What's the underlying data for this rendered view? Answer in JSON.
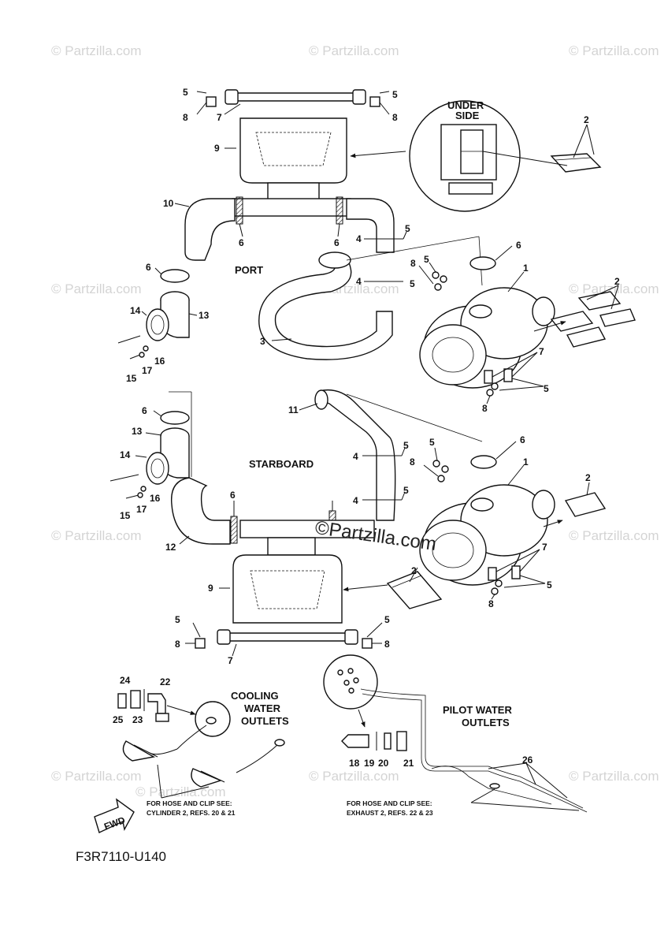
{
  "watermarks": [
    "© Partzilla.com",
    "© Partzilla.com",
    "© Partzilla.com",
    "© Partzilla.com",
    "© Partzilla.com",
    "© Partzilla.com",
    "© Partzilla.com",
    "© Partzilla.com",
    "© Partzilla.com",
    "© Partzilla.com",
    "© Partzilla.com",
    "© Partzilla.com"
  ],
  "center_watermark": "©Partzilla.com",
  "labels": {
    "under": "UNDER",
    "side": "SIDE",
    "port": "PORT",
    "starboard": "STARBOARD",
    "cooling_1": "COOLING",
    "cooling_2": "WATER",
    "cooling_3": "OUTLETS",
    "pilot_1": "PILOT WATER",
    "pilot_2": "OUTLETS",
    "note_left_1": "FOR HOSE AND CLIP SEE:",
    "note_left_2": "CYLINDER 2, REFS. 20 & 21",
    "note_right_1": "FOR HOSE AND CLIP SEE:",
    "note_right_2": "EXHAUST 2, REFS. 22 & 23",
    "fwd": "FWD",
    "code": "F3R7110-U140"
  },
  "callouts": {
    "a5": "5",
    "a8": "8",
    "a7": "7",
    "b5": "5",
    "b8": "8",
    "a9": "9",
    "a10": "10",
    "a6": "6",
    "b6": "6",
    "c6": "6",
    "a4": "4",
    "b4": "4",
    "c5": "5",
    "d5": "5",
    "e5": "5",
    "c8": "8",
    "a1": "1",
    "a2": "2",
    "b2": "2",
    "a13": "13",
    "a14": "14",
    "a15": "15",
    "a16": "16",
    "a17": "17",
    "a3": "3",
    "f5": "5",
    "d8": "8",
    "b7": "7",
    "d6": "6",
    "b13": "13",
    "b14": "14",
    "b15": "15",
    "b16": "16",
    "b17": "17",
    "a11": "11",
    "g5": "5",
    "e8": "8",
    "h5": "5",
    "c4": "4",
    "i5": "5",
    "d4": "4",
    "e6": "6",
    "b1": "1",
    "c2": "2",
    "f6": "6",
    "g6": "6",
    "a12": "12",
    "c7": "7",
    "j5": "5",
    "f8": "8",
    "d2": "2",
    "b9": "9",
    "k5": "5",
    "g8": "8",
    "d7": "7",
    "l5": "5",
    "h8": "8",
    "a24": "24",
    "a22": "22",
    "a25": "25",
    "a23": "23",
    "a18": "18",
    "a19": "19",
    "a20": "20",
    "a21": "21",
    "a26": "26"
  }
}
